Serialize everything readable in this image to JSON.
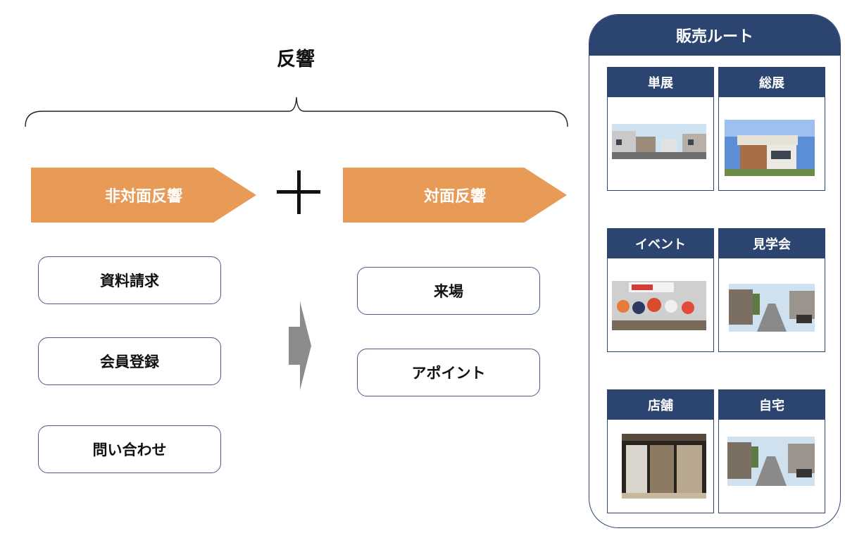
{
  "diagram": {
    "title": "反響",
    "left_flow": {
      "label": "非対面反響",
      "items": [
        "資料請求",
        "会員登録",
        "問い合わせ"
      ]
    },
    "right_flow": {
      "label": "対面反響",
      "items": [
        "来場",
        "アポイント"
      ]
    },
    "sales_route": {
      "title": "販売ルート",
      "cards": [
        "単展",
        "総展",
        "イベント",
        "見学会",
        "店舗",
        "自宅"
      ]
    }
  },
  "colors": {
    "accent_orange": "#e89a57",
    "navy": "#2b4470",
    "box_border": "#4a5c82",
    "grey_arrow": "#8c8c8c"
  }
}
